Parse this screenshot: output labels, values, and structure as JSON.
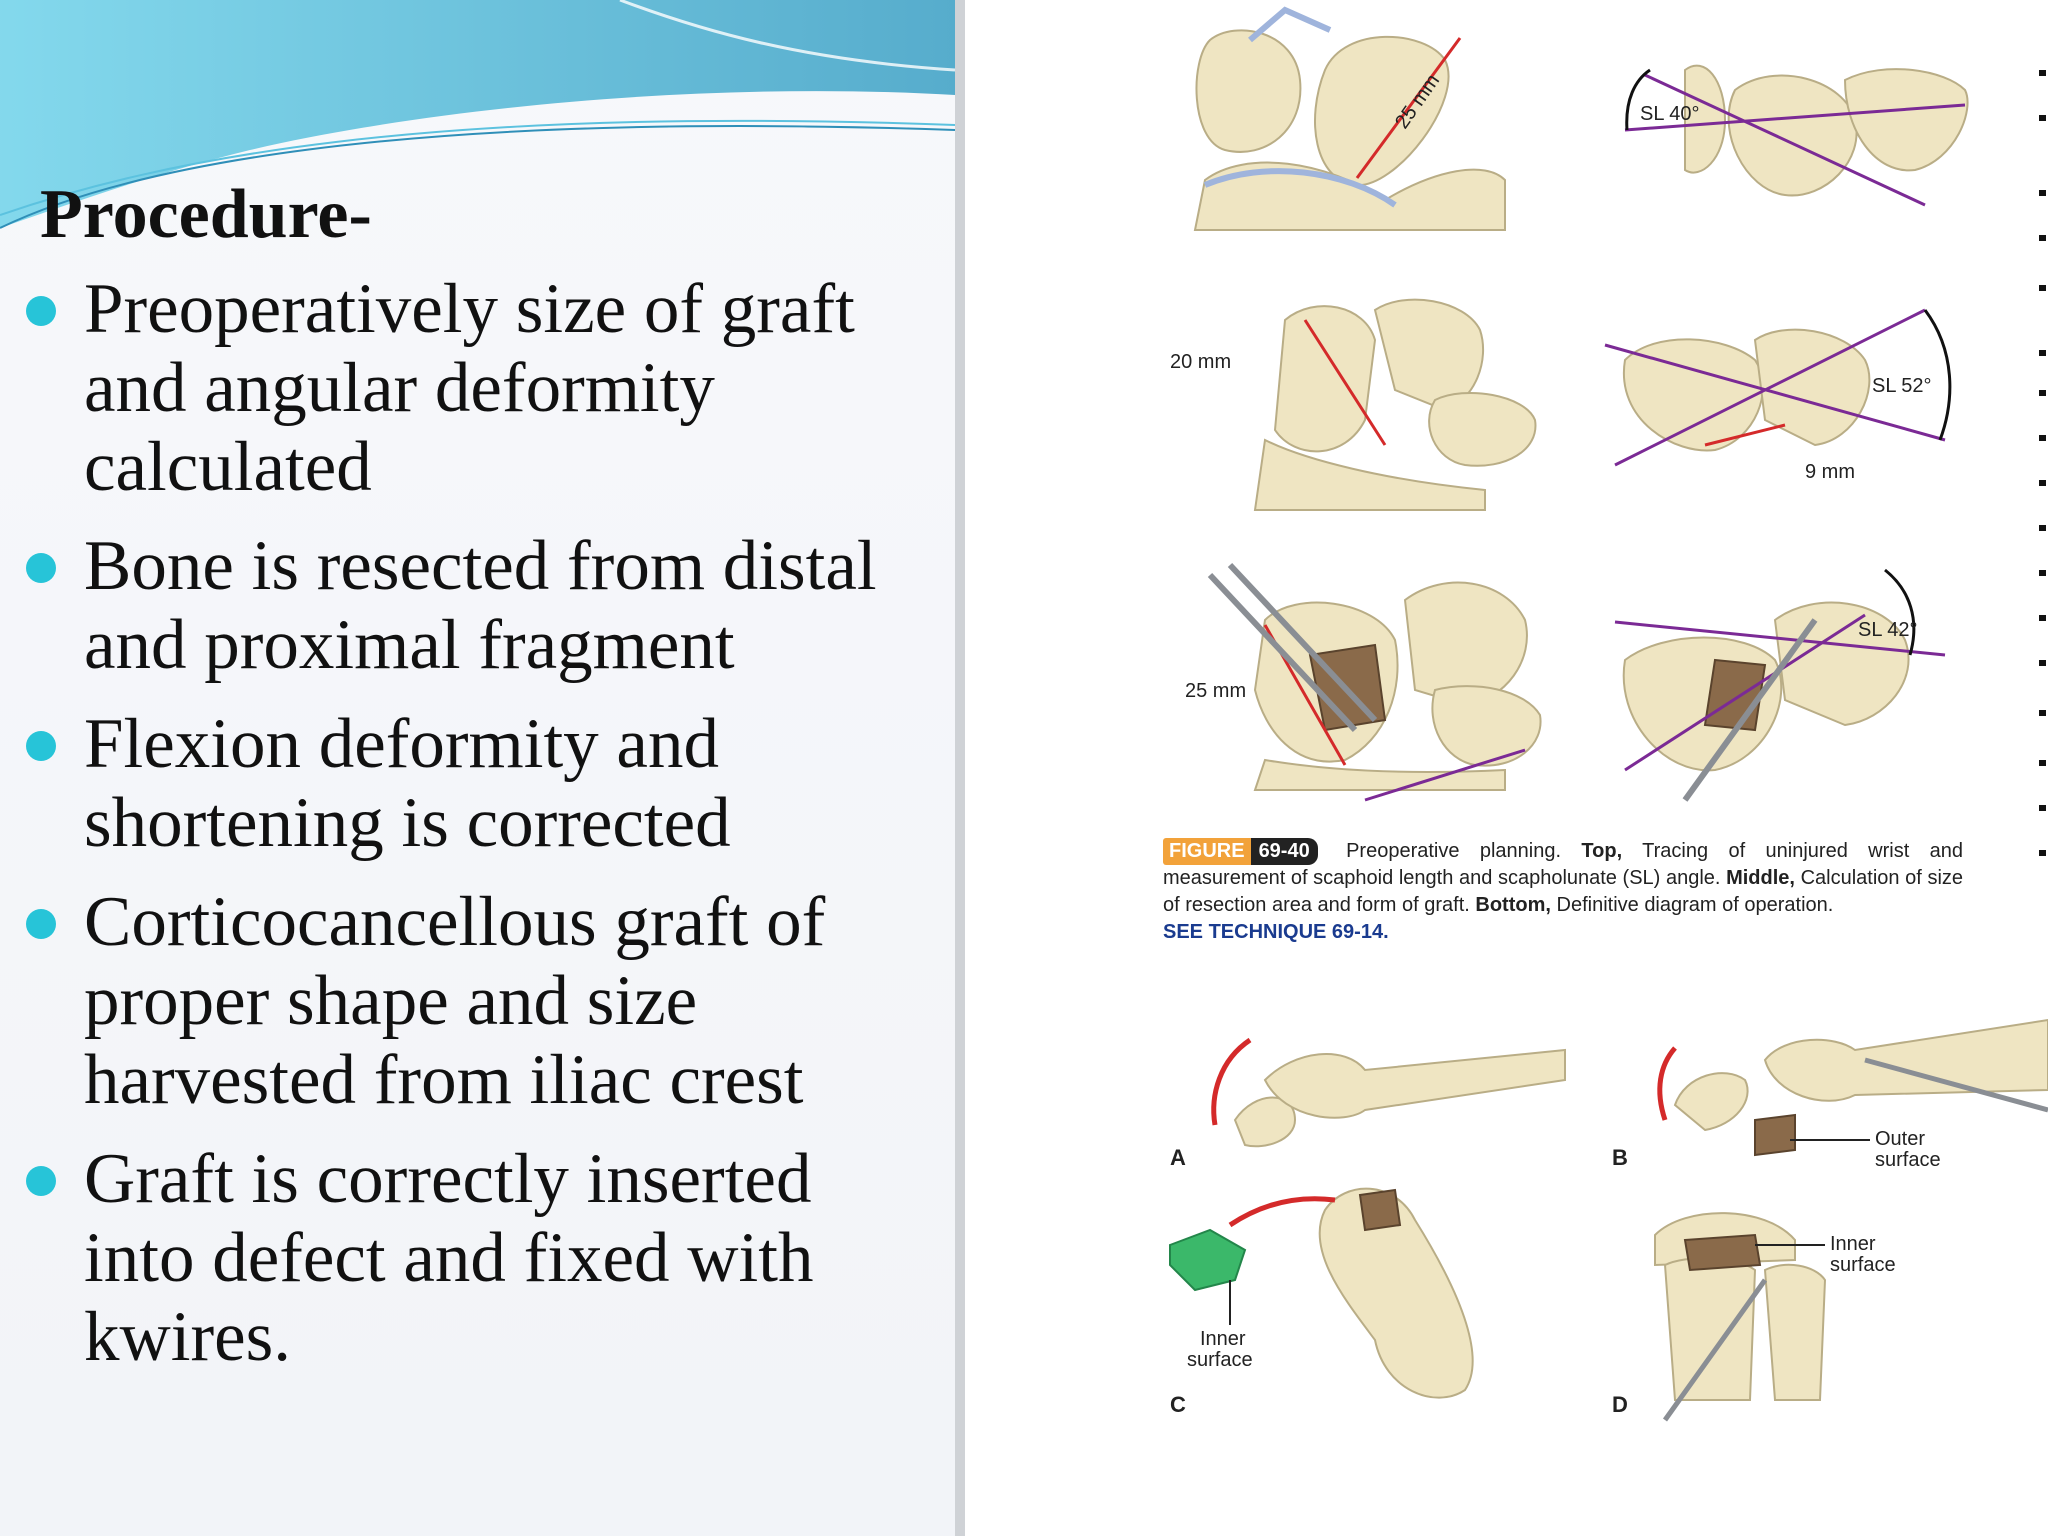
{
  "slide": {
    "title": "Procedure-",
    "bullets": [
      "Preoperatively size of graft and angular deformity calculated",
      "Bone is resected from distal and proximal fragment",
      "Flexion deformity and shortening is corrected",
      "Corticocancellous graft of proper shape and size harvested from iliac crest",
      "Graft is correctly inserted into defect  and fixed with kwires."
    ]
  },
  "figure": {
    "labels": {
      "top_left_length": "25 mm",
      "top_right_angle": "SL 40°",
      "middle_left_length": "20 mm",
      "middle_right_angle": "SL 52°",
      "middle_right_length": "9 mm",
      "bottom_left_length": "25 mm",
      "bottom_right_angle": "SL 42°"
    },
    "caption": {
      "badge": "FIGURE",
      "number": "69-40",
      "intro": "Preoperative planning.",
      "top_label": "Top,",
      "top_text": "Tracing of uninjured wrist and measurement of scaphoid length and scapholunate (SL) angle.",
      "middle_label": "Middle,",
      "middle_text": "Calculation of size of resection area and form of graft.",
      "bottom_label": "Bottom,",
      "bottom_text": "Definitive diagram of operation.",
      "see_technique": "SEE TECHNIQUE 69-14."
    },
    "panels": {
      "a": "A",
      "b": "B",
      "c": "C",
      "d": "D",
      "outer_surface": [
        "Outer",
        "surface"
      ],
      "inner_surface_b": [
        "Inner",
        "surface"
      ],
      "inner_surface_c": [
        "Inner",
        "surface"
      ]
    }
  },
  "colors": {
    "bullet_dot": "#27c4d8",
    "header_wave": "#3fb6d3",
    "bone_fill": "#efe5c2",
    "cartilage": "#9fb4dc",
    "measure_red": "#d42a2a",
    "axis_purple": "#7b2a95",
    "graft_brown": "#8a6a4a",
    "graft_green": "#3bb86a",
    "figure_badge": "#f2a23a"
  }
}
